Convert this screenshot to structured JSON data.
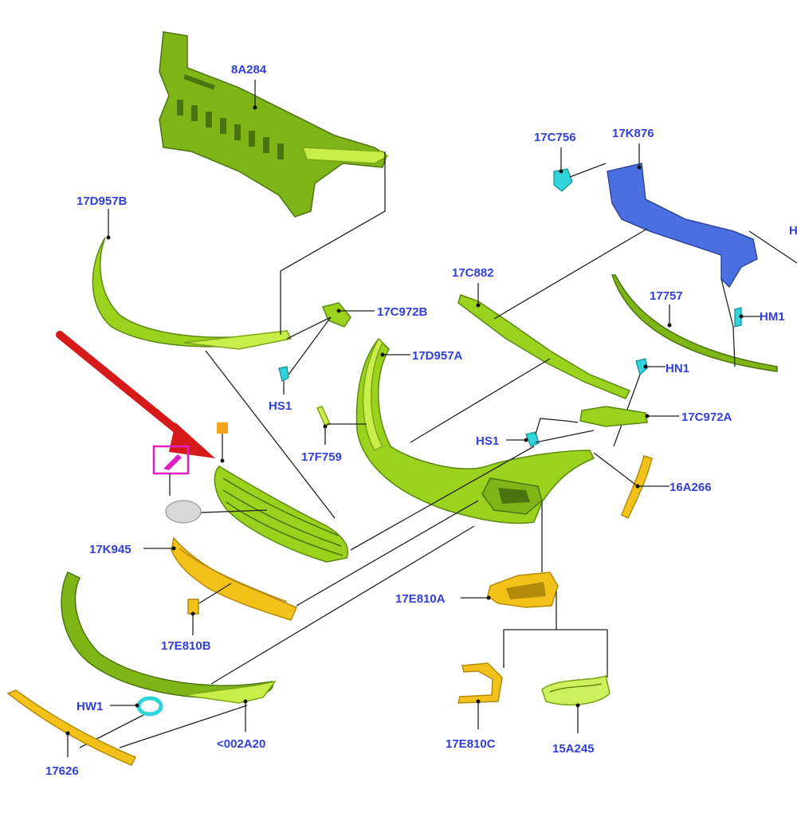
{
  "labels": {
    "8A284": "8A284",
    "17D957B": "17D957B",
    "17C756": "17C756",
    "17K876": "17K876",
    "HM1_edge": "H",
    "17C972B": "17C972B",
    "17C882": "17C882",
    "17757": "17757",
    "HM1": "HM1",
    "HS1_a": "HS1",
    "17D957A": "17D957A",
    "HN1": "HN1",
    "17C972A": "17C972A",
    "HS1_b": "HS1",
    "17F759": "17F759",
    "16A266": "16A266",
    "17K945": "17K945",
    "17E810A": "17E810A",
    "17E810B": "17E810B",
    "HW1": "HW1",
    "002A20": "<002A20",
    "17626": "17626",
    "17E810C": "17E810C",
    "15A245": "15A245"
  },
  "colors": {
    "label": "#2f3fd8",
    "arrow": "#d61a1a",
    "highlight_box": "#e020c0",
    "marker": "#f4a41a"
  }
}
